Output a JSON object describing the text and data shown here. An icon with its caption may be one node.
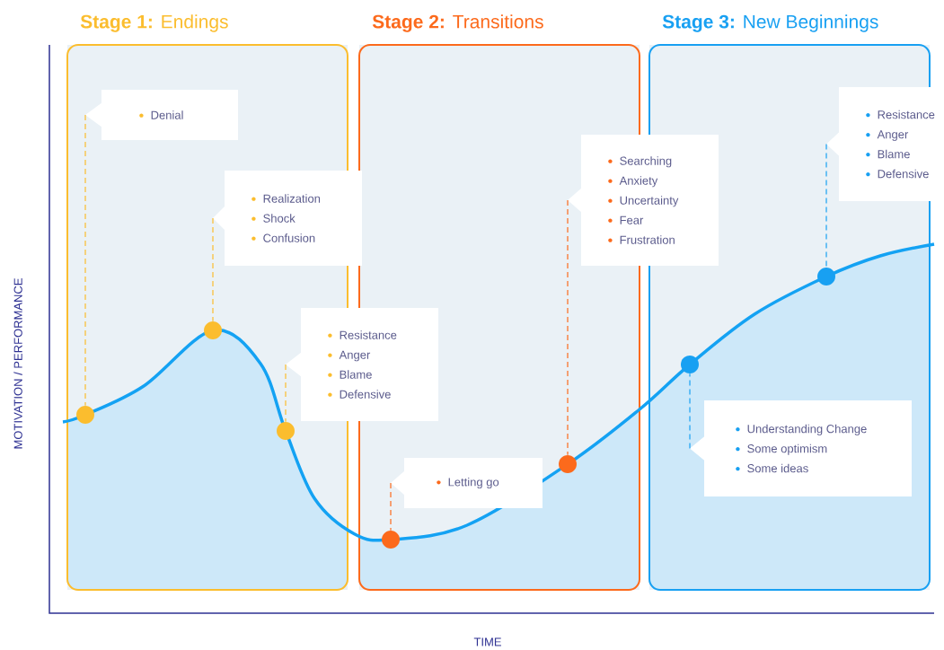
{
  "diagram": {
    "nodes": [
      {
        "text": [
          "**Stage 1:** Endings"
        ]
      },
      {
        "text": [
          "**Stage 2:** Transitions"
        ]
      },
      {
        "text": [
          "**Stage 3:** New Beginnings"
        ]
      },
      {
        "text": [
          "Denial"
        ],
        "in": 0
      },
      {
        "text": [
          "Realization",
          "Shock",
          "Confusion"
        ]
      },
      {
        "text": [
          "Resistance",
          "Anger",
          "Blame",
          "Defensive"
        ]
      },
      {
        "text": [
          "Letting go"
        ],
        "in": 1
      },
      {
        "text": [
          "Searching",
          "Anxiety",
          "Uncertainty",
          "Fear",
          "Frustration"
        ]
      },
      {
        "text": [
          "Resistance",
          "Anger",
          "Blame",
          "Defensive"
        ]
      },
      {
        "text": [
          "Understanding Change",
          "Some optimism",
          "Some ideas"
        ],
        "in": 2
      },
      {
        "text": [],
        "shape": "circle",
        "in": 0
      },
      {
        "text": [],
        "shape": "circle",
        "in": 0
      },
      {
        "text": [],
        "shape": "circle",
        "in": 0
      },
      {
        "text": [],
        "shape": "circle",
        "in": 1
      },
      {
        "text": [],
        "shape": "circle",
        "in": 1
      },
      {
        "text": [],
        "shape": "circle",
        "in": 2
      },
      {
        "text": [],
        "shape": "circle",
        "in": 2
      }
    ],
    "edges": [
      {
        "from": 3,
        "to": 10,
        "arrow": "none",
        "style": "dashed",
        "color": "#fbbd2e"
      },
      {
        "from": 4,
        "to": 11,
        "arrow": "none",
        "style": "dashed",
        "color": "#fbbd2e"
      },
      {
        "from": 5,
        "to": 12,
        "arrow": "none",
        "style": "dashed",
        "color": "#fbbd2e"
      },
      {
        "from": 6,
        "to": 13,
        "arrow": "none",
        "style": "dashed",
        "color": "#fc6a1c"
      },
      {
        "from": 7,
        "to": 14,
        "arrow": "none",
        "style": "dashed",
        "color": "#fc6a1c"
      },
      {
        "from": 9,
        "to": 15,
        "arrow": "none",
        "style": "dashed",
        "color": "#18a0f2"
      },
      {
        "from": 8,
        "to": 16,
        "arrow": "none",
        "style": "dashed",
        "color": "#18a0f2"
      }
    ],
    "labels": [
      "MOTIVATION / PERFORMANCE",
      "TIME"
    ]
  }
}
